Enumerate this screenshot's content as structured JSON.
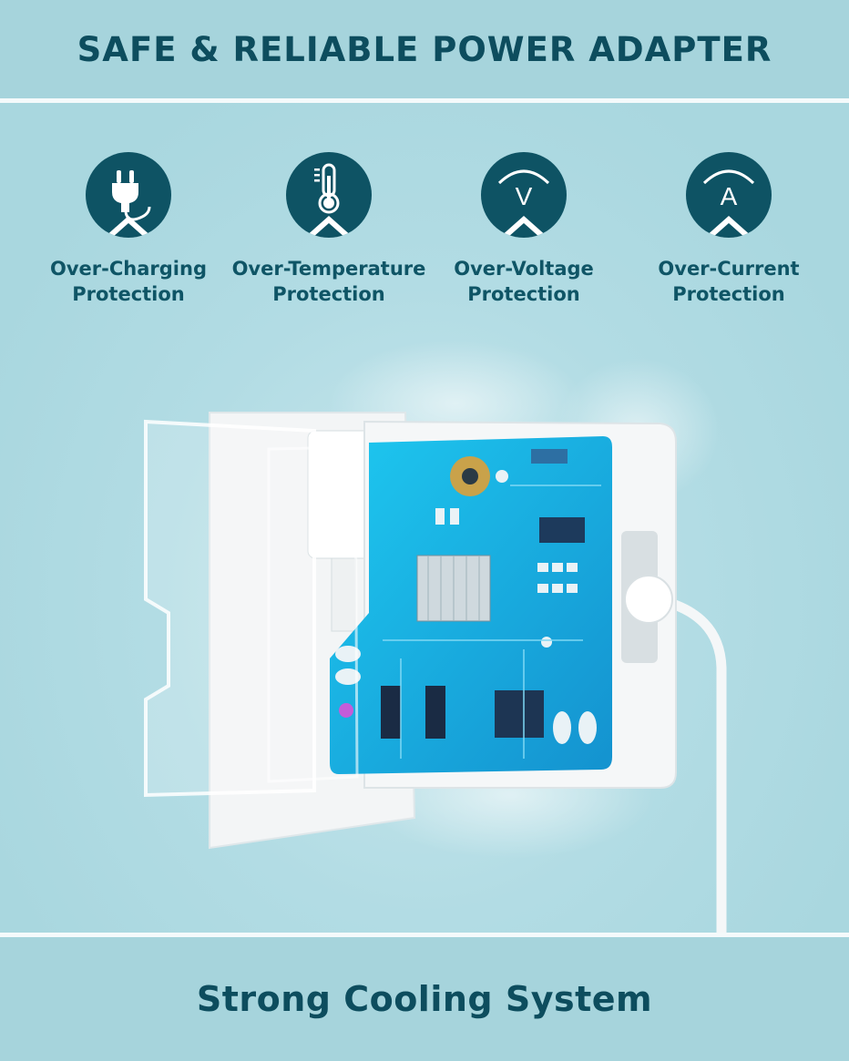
{
  "header": {
    "title": "SAFE & RELIABLE POWER ADAPTER"
  },
  "features": [
    {
      "icon": "plug-icon",
      "line1": "Over-Charging",
      "line2": "Protection"
    },
    {
      "icon": "thermometer-icon",
      "line1": "Over-Temperature",
      "line2": "Protection"
    },
    {
      "icon": "voltage-gauge-icon",
      "line1": "Over-Voltage",
      "line2": "Protection"
    },
    {
      "icon": "current-gauge-icon",
      "line1": "Over-Current",
      "line2": "Protection"
    }
  ],
  "gauge_letters": {
    "voltage": "V",
    "current": "A"
  },
  "footer": {
    "title": "Strong Cooling System"
  },
  "colors": {
    "accent": "#0e5364",
    "background": "#a9d7df",
    "board": "#1fb8e6"
  }
}
